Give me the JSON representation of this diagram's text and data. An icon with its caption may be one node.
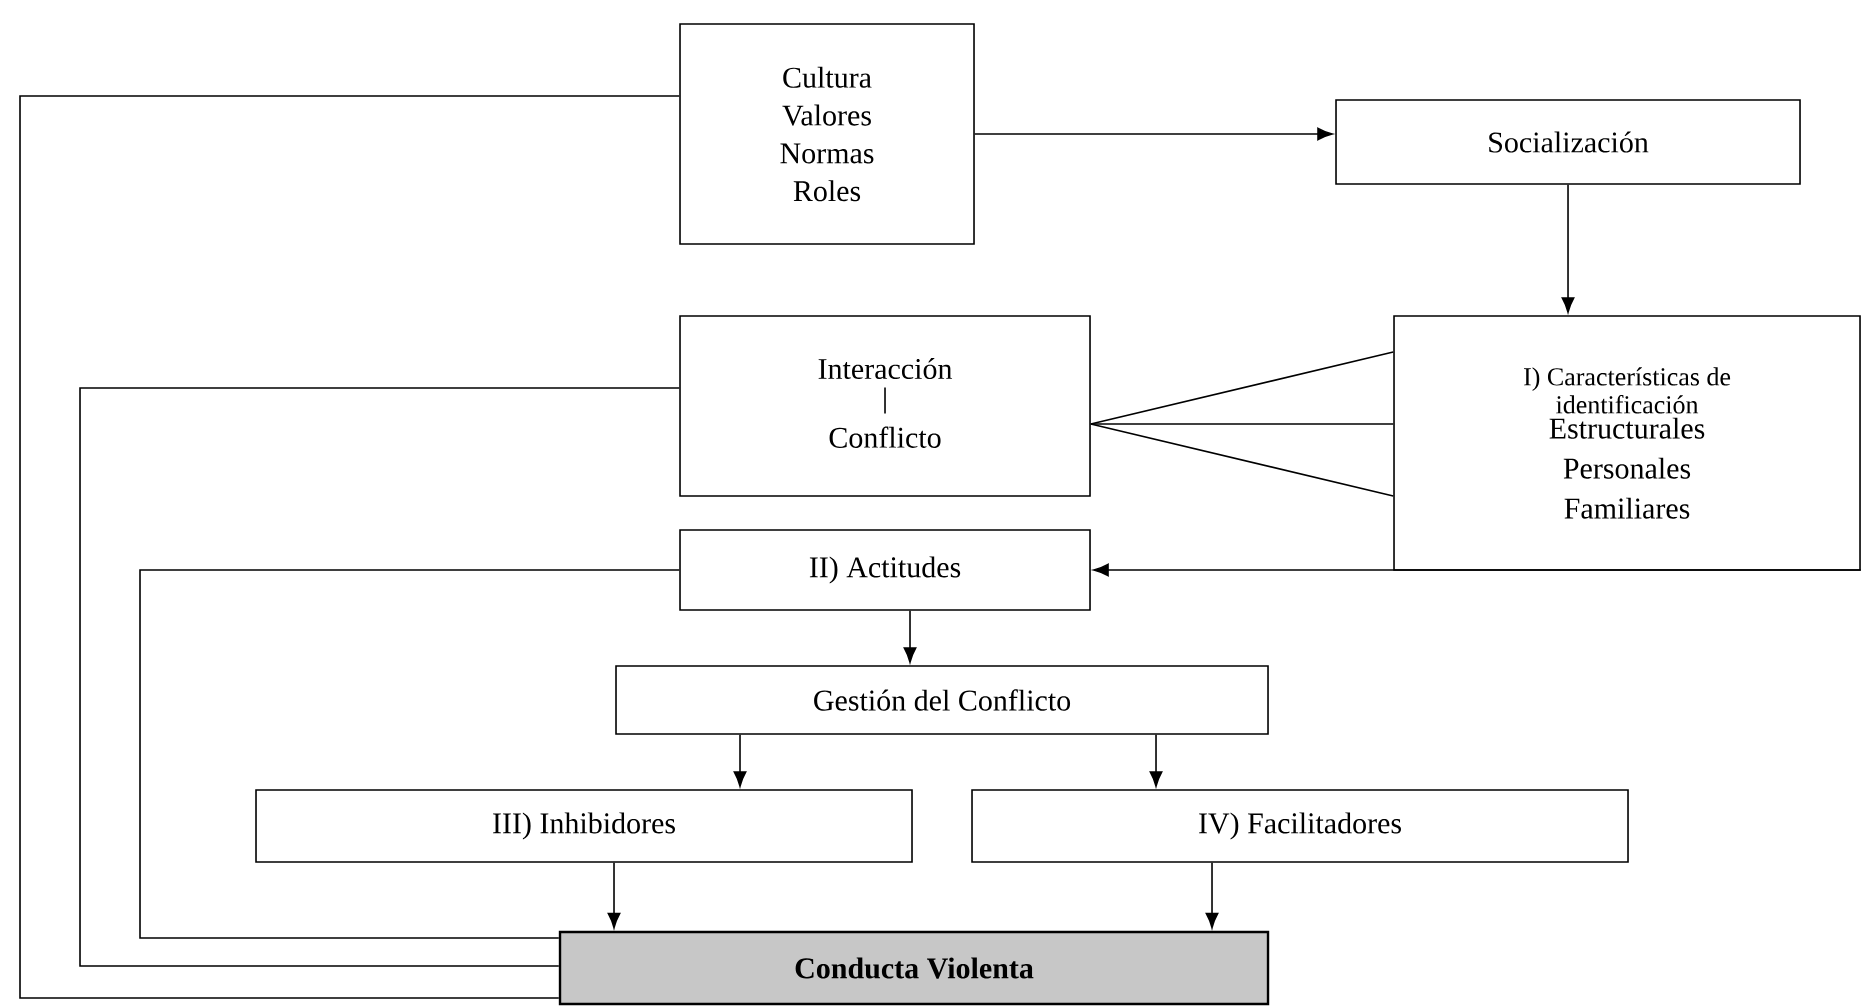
{
  "diagram": {
    "nodes": [
      {
        "text": [
          "Cultura Valores Normas Roles"
        ]
      },
      {
        "text": [
          "Socialización"
        ]
      },
      {
        "text": [
          "Interacción",
          "Conflicto"
        ]
      },
      {
        "text": [
          "I) Características de identificación",
          "Estructurales Personales Familiares"
        ]
      },
      {
        "text": [
          "II) Actitudes"
        ]
      },
      {
        "text": [
          "Gestión del Conflicto"
        ]
      },
      {
        "text": [
          "III) Inhibidores"
        ]
      },
      {
        "text": [
          "IV) Facilitadores"
        ]
      },
      {
        "text": [
          "Conducta Violenta"
        ]
      }
    ],
    "edges": [
      {
        "from": 0,
        "to": 1,
        "arrow": "to"
      },
      {
        "from": 1,
        "to": 3,
        "arrow": "to"
      },
      {
        "from": 2,
        "to": 3,
        "arrow": "none"
      },
      {
        "from": 2,
        "to": 3,
        "arrow": "none"
      },
      {
        "from": 2,
        "to": 3,
        "arrow": "none"
      },
      {
        "from": 3,
        "to": 4,
        "arrow": "to"
      },
      {
        "from": 4,
        "to": 5,
        "arrow": "to"
      },
      {
        "from": 5,
        "to": 6,
        "arrow": "to"
      },
      {
        "from": 5,
        "to": 7,
        "arrow": "to"
      },
      {
        "from": 6,
        "to": 8,
        "arrow": "to"
      },
      {
        "from": 7,
        "to": 8,
        "arrow": "to"
      },
      {
        "from": 0,
        "to": 8,
        "arrow": "none"
      },
      {
        "from": 2,
        "to": 8,
        "arrow": "none"
      },
      {
        "from": 4,
        "to": 8,
        "arrow": "none"
      }
    ]
  }
}
